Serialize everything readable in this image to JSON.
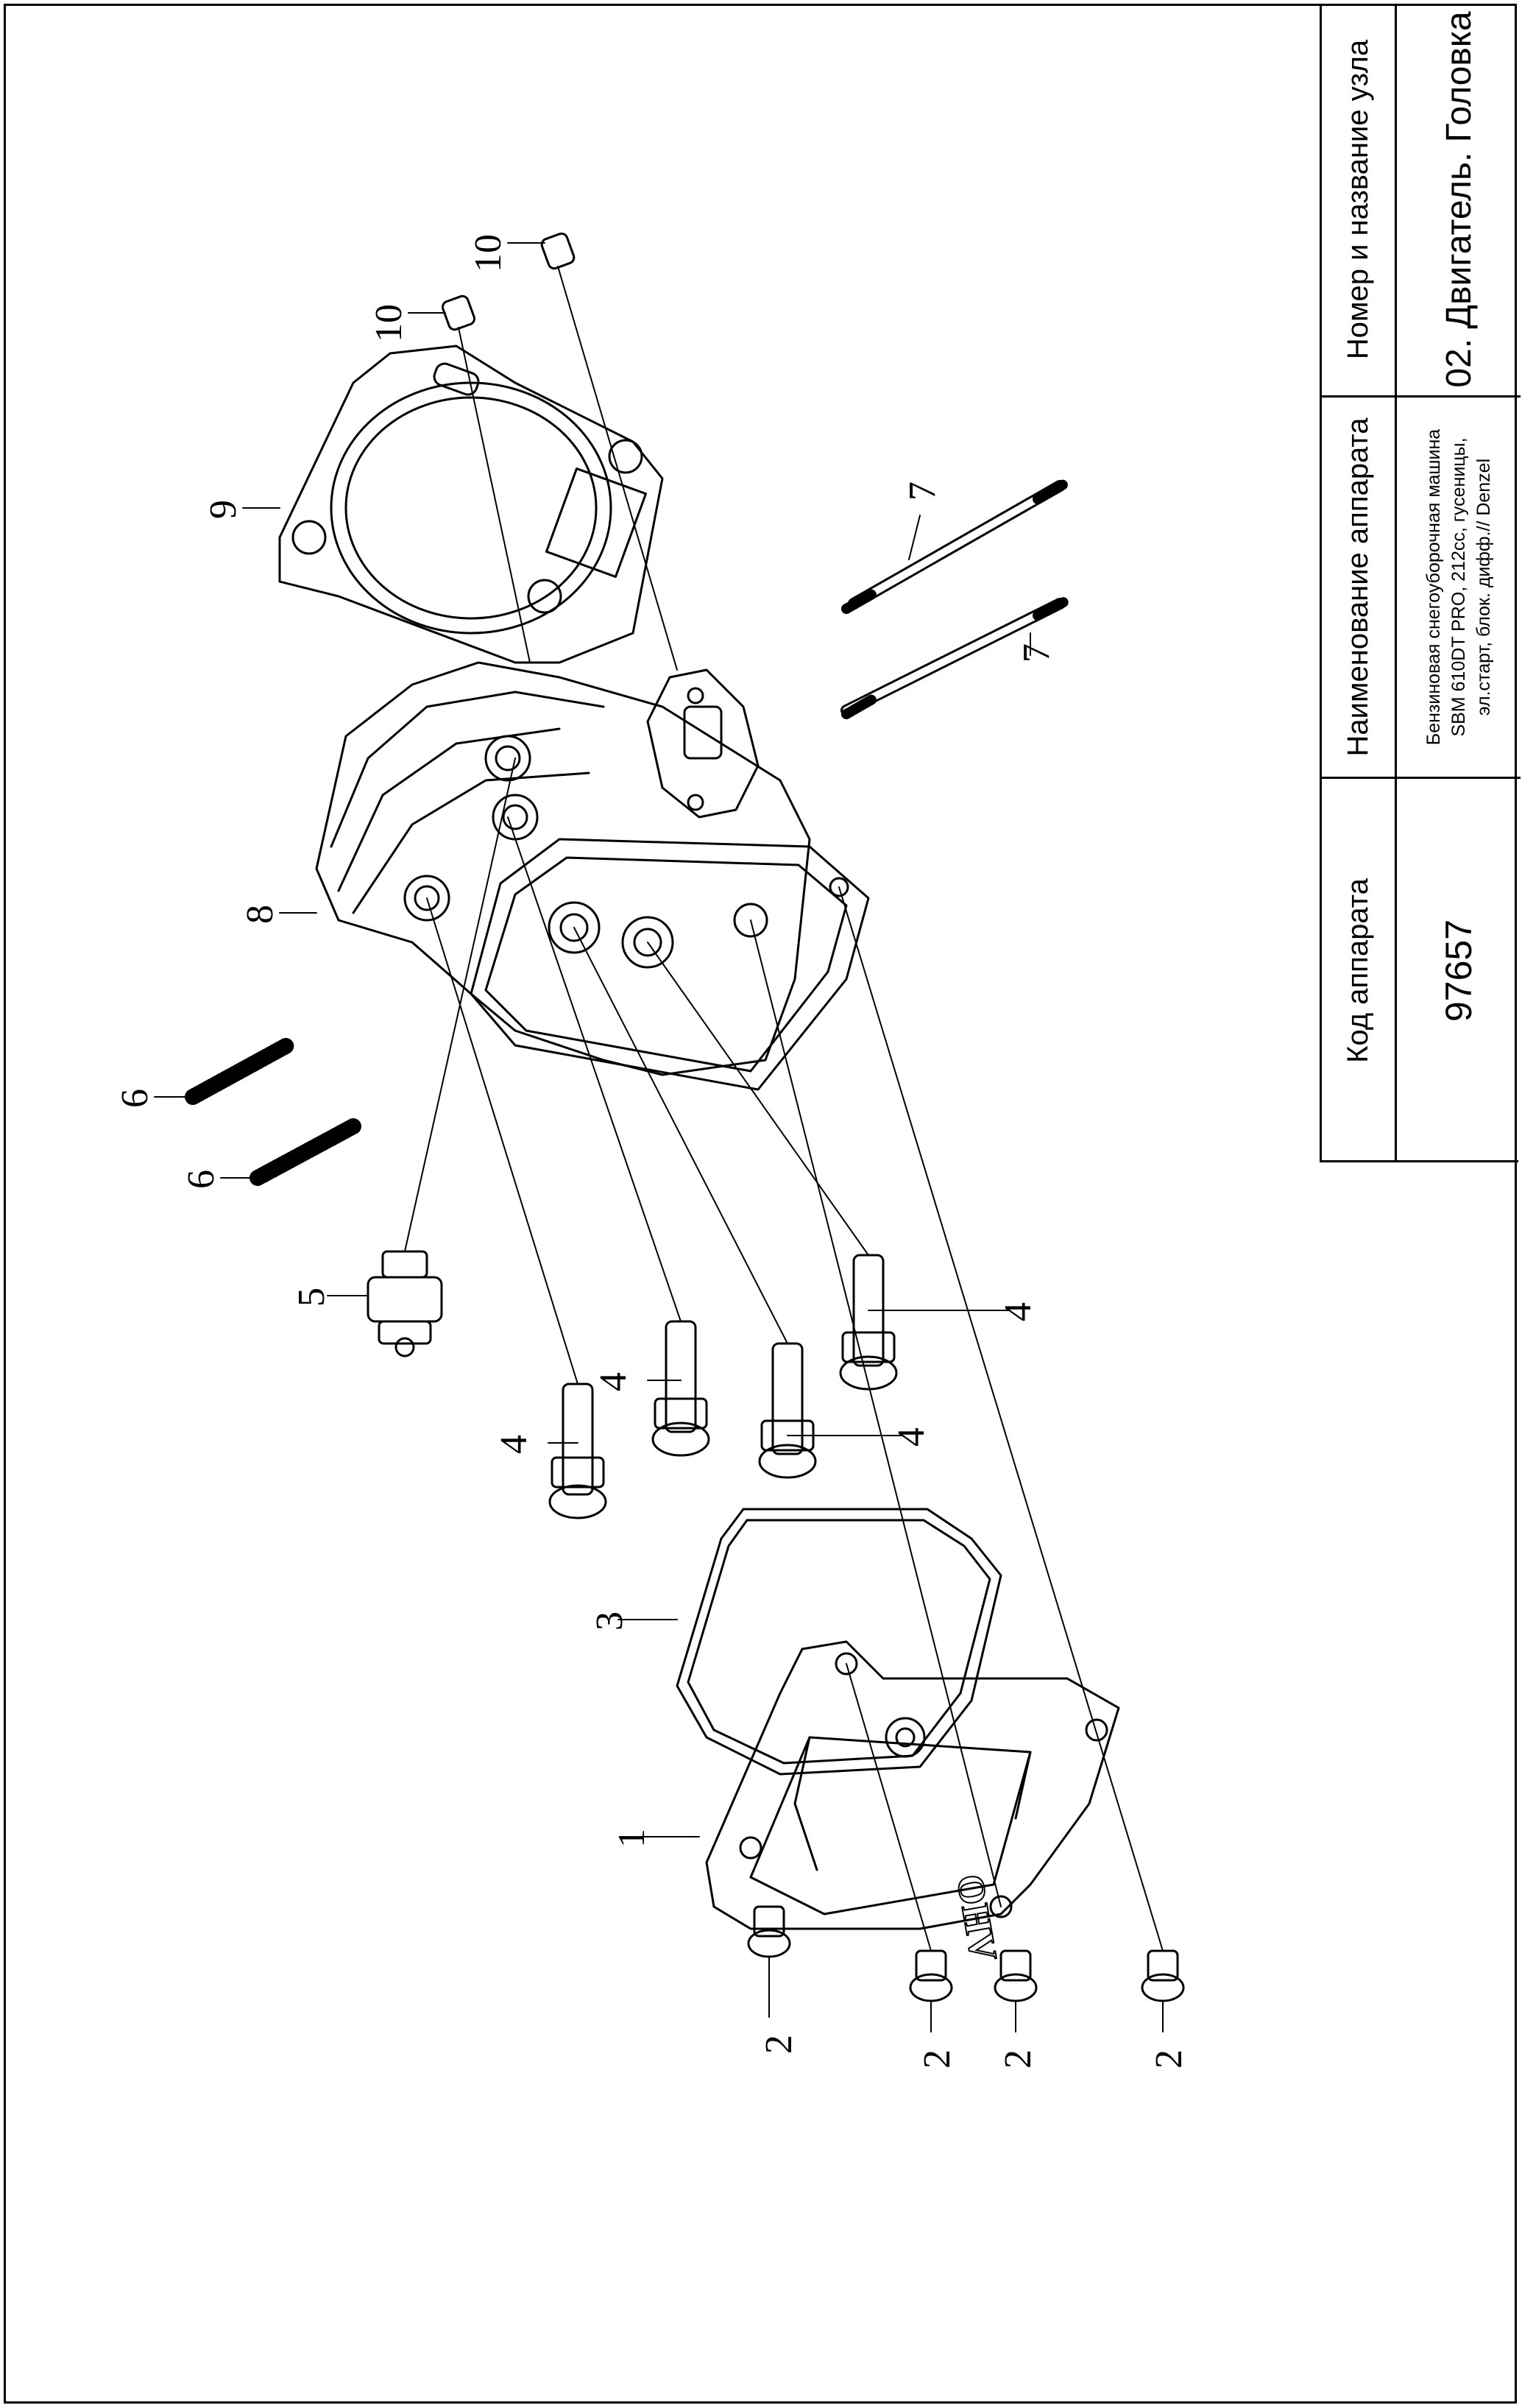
{
  "title_block": {
    "code_header": "Код аппарата",
    "code_value": "97657",
    "name_header": "Наименование аппарата",
    "name_lines": [
      "Бензиновая снегоуборочная машина",
      "SBM 610DT PRO, 212cc, гусеницы,",
      "эл.старт, блок. дифф.// Denzel"
    ],
    "node_header": "Номер и название узла",
    "node_value": "02. Двигатель. Головка"
  },
  "callouts": [
    "1",
    "2",
    "2",
    "2",
    "2",
    "3",
    "4",
    "4",
    "4",
    "4",
    "5",
    "6",
    "6",
    "7",
    "7",
    "8",
    "9",
    "10",
    "10"
  ],
  "cover_logo": "OHV"
}
